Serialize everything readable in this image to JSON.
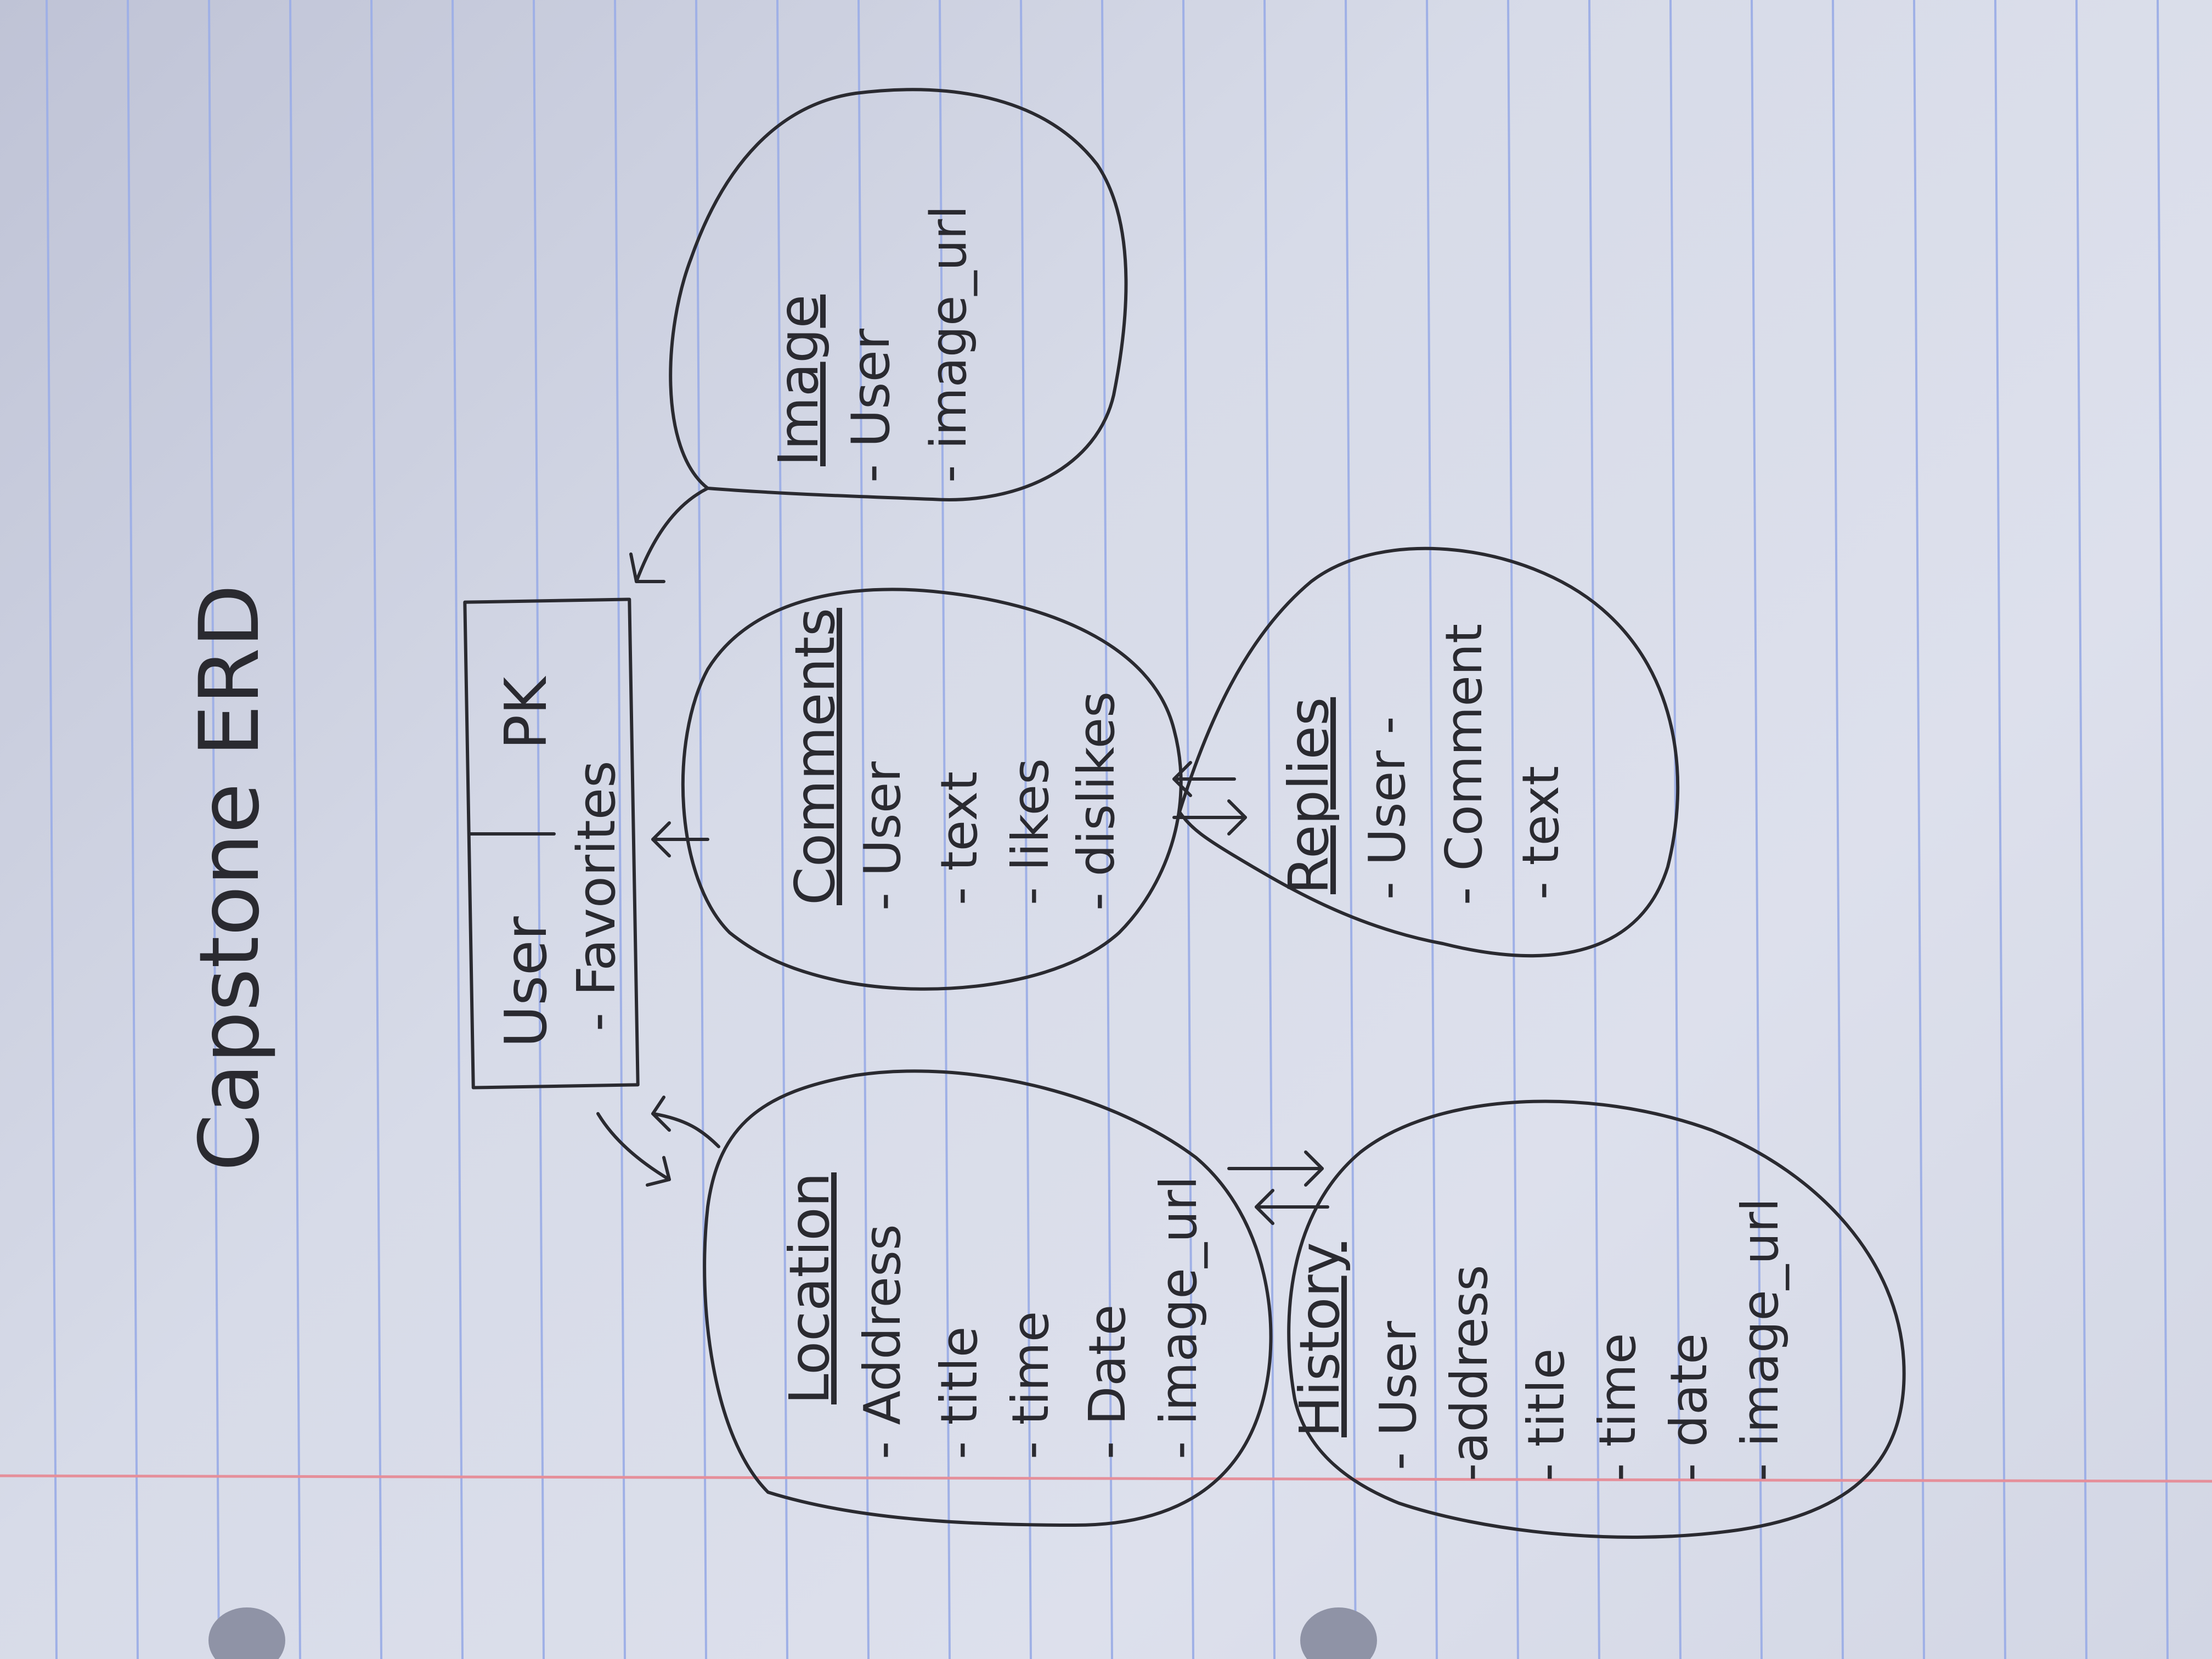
{
  "title": "Capstone ERD",
  "paper": {
    "line_color": "#9fb0e6",
    "margin_line_color": "#e58f9a",
    "ink_color": "#2a2a30"
  },
  "entities": {
    "user": {
      "header_left": "User",
      "header_right": "PK",
      "fields": [
        "- Favorites"
      ]
    },
    "image": {
      "title": "Image",
      "fields": [
        "- User",
        "- image_url"
      ]
    },
    "comments": {
      "title": "Comments",
      "fields": [
        "- User",
        "- text",
        "- likes",
        "- dislikes"
      ]
    },
    "replies": {
      "title": "Replies",
      "fields": [
        "- User -",
        "- Comment",
        "- text"
      ]
    },
    "location": {
      "title": "Location",
      "fields": [
        "- Address",
        "- title",
        "- time",
        "- Date",
        "- image_url"
      ]
    },
    "history": {
      "title": "History",
      "fields": [
        "- User",
        "-address",
        "- title",
        "- time",
        "- date",
        "- image_url"
      ]
    }
  }
}
